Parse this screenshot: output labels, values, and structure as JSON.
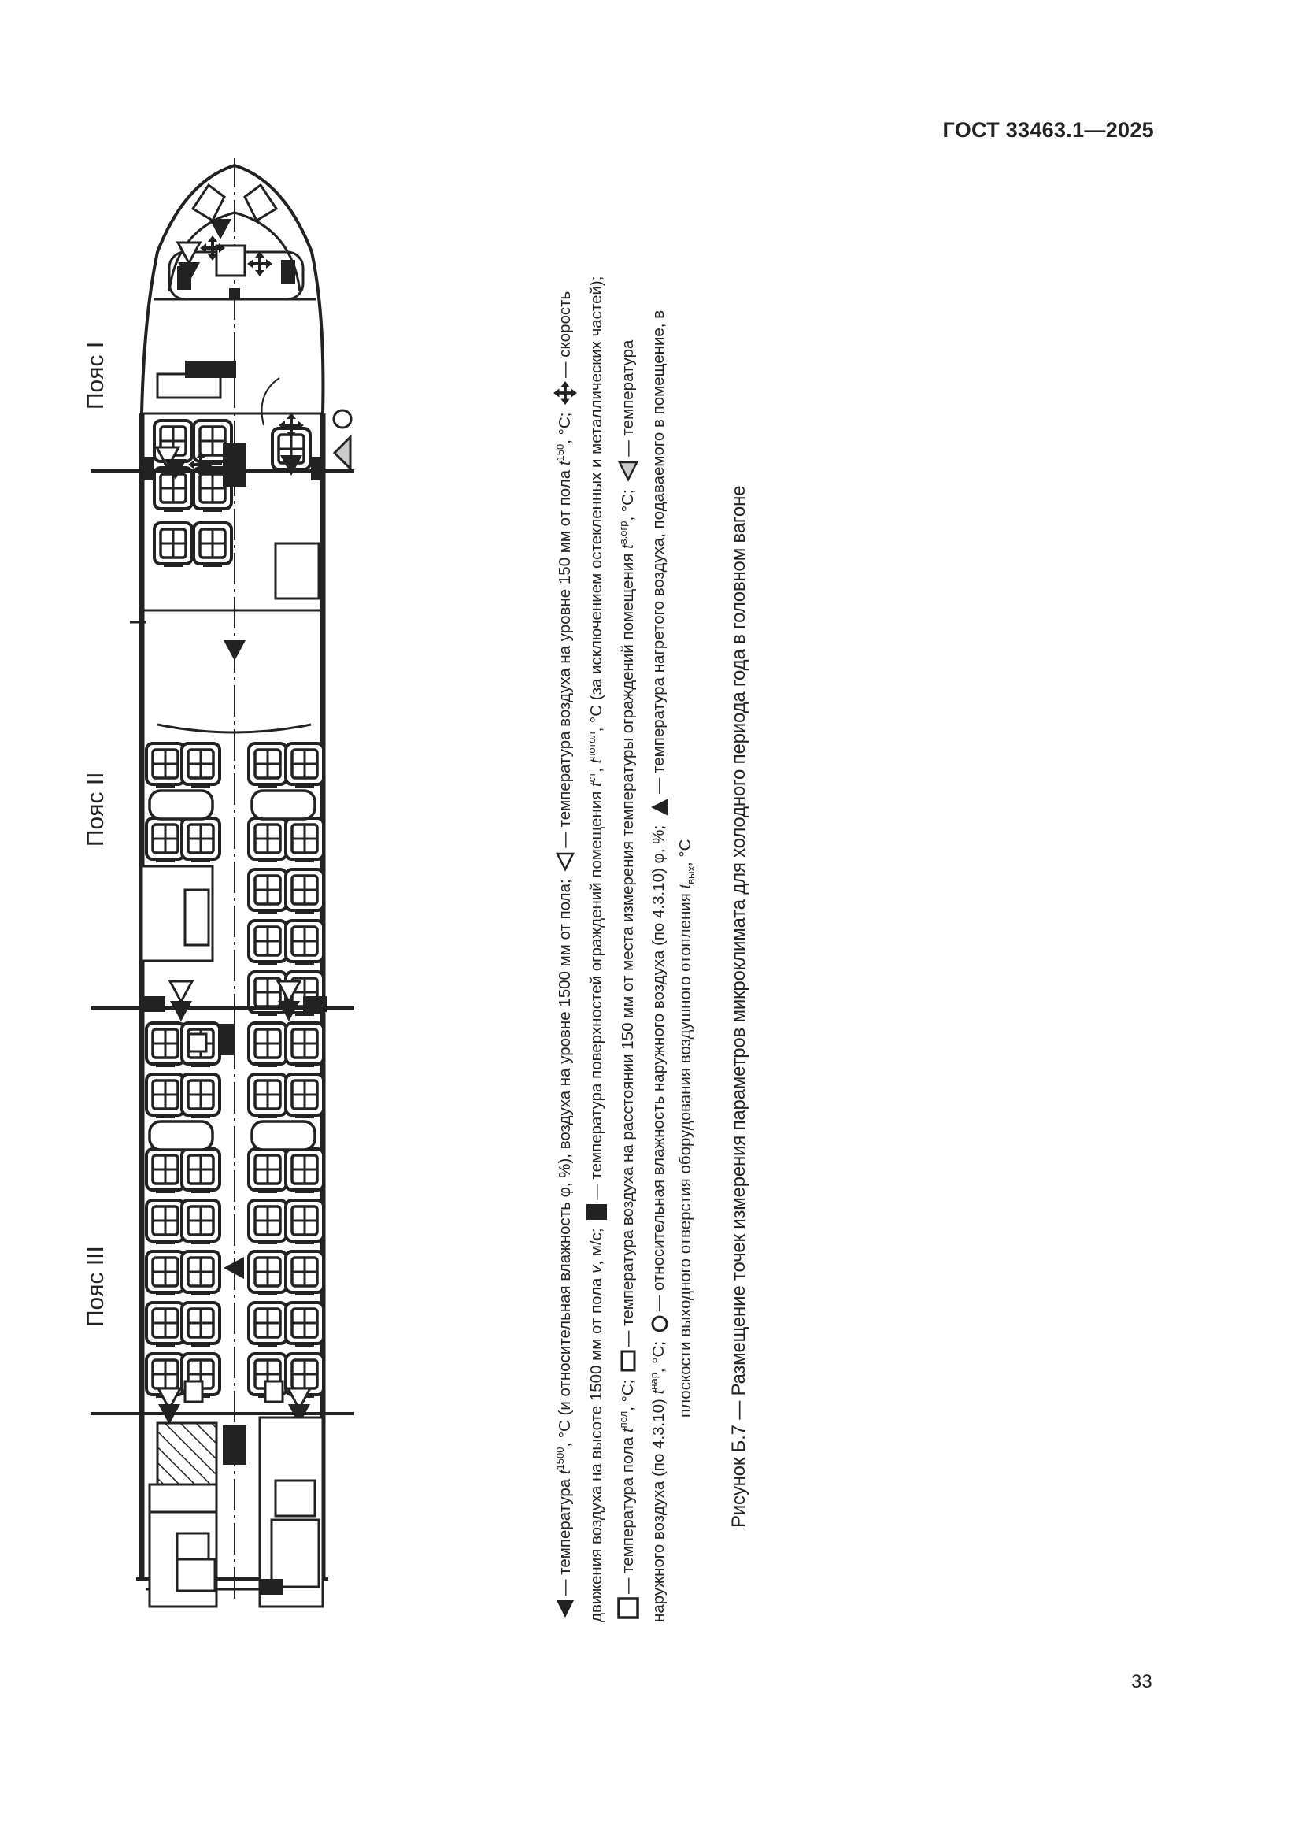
{
  "header": {
    "standard": "ГОСТ 33463.1—2025"
  },
  "page_number": "33",
  "figure": {
    "belts": [
      {
        "label": "Пояс I"
      },
      {
        "label": "Пояс II"
      },
      {
        "label": "Пояс III"
      }
    ],
    "caption": "Рисунок Б.7 — Размещение точек измерения параметров микроклимата для холодного периода года в головном вагоне"
  },
  "legend": {
    "l1_a": "— температура ",
    "l1_t": "t",
    "l1_sup": "1500",
    "l1_b": ", °С (и относительная влажность φ, %), воздуха на уровне 1500 мм от пола;",
    "l1_c": "— температура воздуха на уровне 150 мм от пола ",
    "l1_t2": "t",
    "l1_sup2": "150",
    "l1_d": ", °С;",
    "l1_e": "— скорость",
    "l2_a": "движения воздуха на высоте 1500 мм от пола ",
    "l2_v": "v",
    "l2_b": ", м/с;",
    "l2_c": "— температура поверхностей ограждений помещения ",
    "l2_t": "t",
    "l2_sup": "ст",
    "l2_sep": ", ",
    "l2_t2": "t",
    "l2_sup2": "потол",
    "l2_d": ", °С (за исключением остекленных и металлических частей);",
    "l3_a": "— температура пола ",
    "l3_t": "t",
    "l3_sup": "пол",
    "l3_b": ", °С;",
    "l3_c": "— температура воздуха на расстоянии 150 мм от места измерения температуры ограждений помещения ",
    "l3_t2": "t",
    "l3_sup2": "в.огр",
    "l3_d": ", °С;",
    "l3_e": "— температура",
    "l4_a": "наружного воздуха (по 4.3.10) ",
    "l4_t": "t",
    "l4_sup": "нар",
    "l4_b": ", °С;",
    "l4_c": "— относительная влажность наружного воздуха (по 4.3.10) φ, %;",
    "l4_d": "— температура нагретого воздуха, подаваемого в помещение, в",
    "l5_a": "плоскости выходного отверстия оборудования воздушного отопления ",
    "l5_t": "t",
    "l5_sub": "вых",
    "l5_b": ", °С",
    "symbols": {
      "filled_triangle": "t1500 temperature + humidity at 1500 mm",
      "hollow_triangle": "t150 temperature at 150 mm",
      "cross_arrows": "air velocity v",
      "filled_rect": "surface temperature tст, tпотол",
      "hollow_square": "floor temperature tпол",
      "gray_triangle": "air temp near walls tв.огр",
      "circle": "outdoor humidity φ",
      "filled_triangle_right": "heated air outlet temperature tвых"
    }
  },
  "colors": {
    "ink": "#222222",
    "gray_fill": "#cccccc",
    "paper": "#ffffff"
  }
}
